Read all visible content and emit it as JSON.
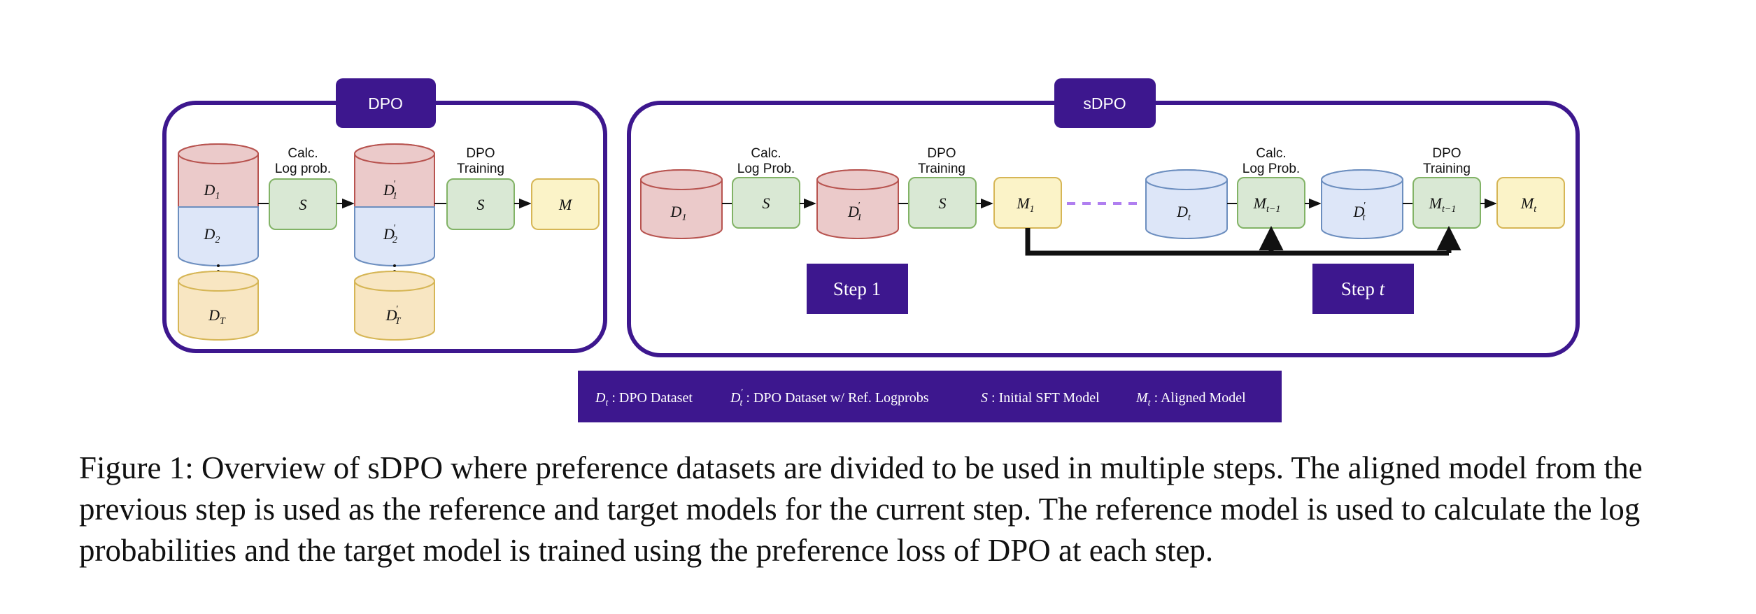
{
  "panels": {
    "dpo": {
      "title": "DPO"
    },
    "sdpo": {
      "title": "sDPO"
    }
  },
  "stage_labels": {
    "calc_log_prob_dpo": [
      "Calc.",
      "Log prob."
    ],
    "dpo_training": [
      "DPO",
      "Training"
    ],
    "calc_log_prob_sdpo": [
      "Calc.",
      "Log Prob."
    ]
  },
  "steps": {
    "step1": "Step 1",
    "step_t_prefix": "Step "
  },
  "legend": {
    "d_t": "DPO Dataset",
    "d_t_prime": "DPO Dataset w/ Ref. Logprobs",
    "s": "Initial SFT Model",
    "m_t": "Aligned Model"
  },
  "caption": "Figure 1: Overview of sDPO where preference datasets are divided to be used in multiple steps. The aligned model from the previous step is used as the reference and target models for the current step. The reference model is used to calculate the log probabilities and the target model is trained using the preference loss of DPO at each step.",
  "colors": {
    "accent_purple": "#3d178e",
    "red_fill": "#ebcaca",
    "red_stroke": "#b85450",
    "blue_fill": "#dde6f8",
    "blue_stroke": "#6c8ebf",
    "yellow_fill": "#f8e6c2",
    "yellow_stroke": "#d6b656",
    "green_fill": "#d9e8d4",
    "green_stroke": "#82b366",
    "cream_fill": "#fbf3c8",
    "dash_purple": "#b07ff0"
  }
}
